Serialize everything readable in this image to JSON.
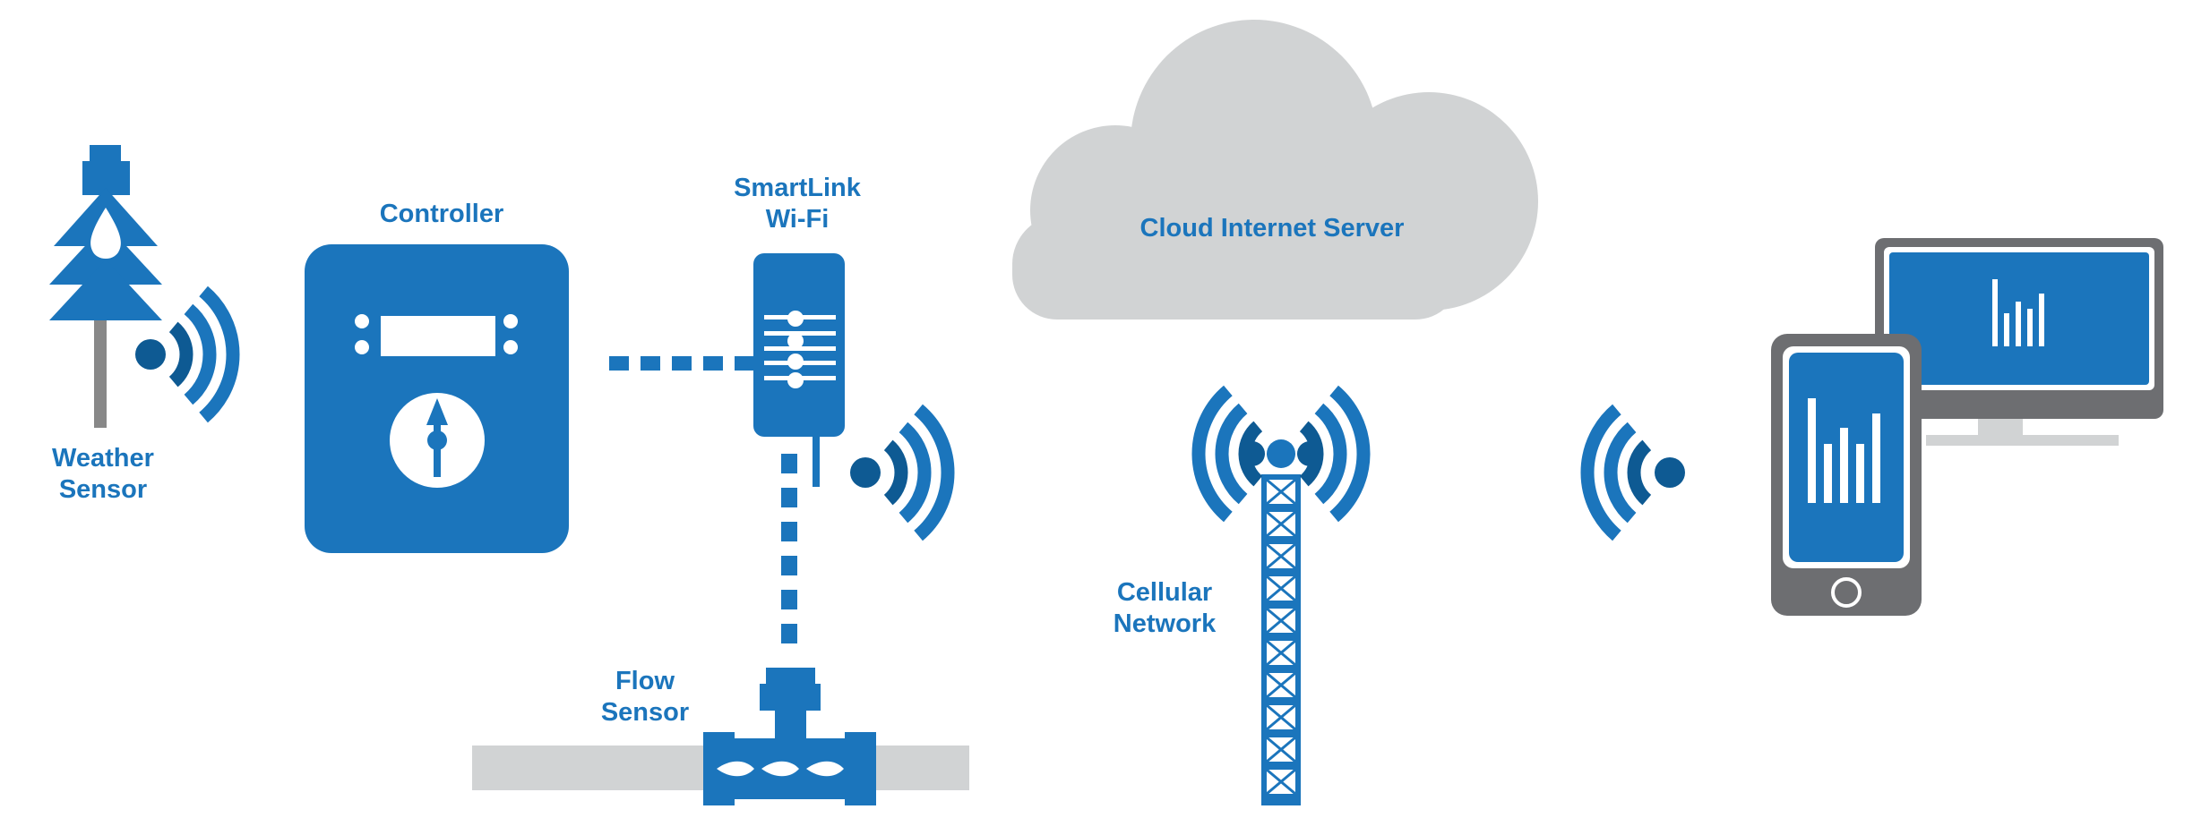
{
  "labels": {
    "weather_sensor": [
      "Weather",
      "Sensor"
    ],
    "controller": "Controller",
    "smartlink": [
      "SmartLink",
      "Wi-Fi"
    ],
    "cloud": "Cloud Internet Server",
    "flow_sensor": [
      "Flow",
      "Sensor"
    ],
    "cellular": [
      "Cellular",
      "Network"
    ]
  },
  "colors": {
    "primary_blue": "#1b75bc",
    "dark_blue": "#0e5a93",
    "gray": "#d1d3d4",
    "dark_gray": "#6d6e71",
    "white": "#ffffff"
  },
  "icons": [
    "weather-sensor-icon",
    "controller-icon",
    "smartlink-wifi-icon",
    "flow-sensor-icon",
    "cloud-icon",
    "cell-tower-icon",
    "smartphone-icon",
    "monitor-icon",
    "wifi-signal-icon"
  ]
}
